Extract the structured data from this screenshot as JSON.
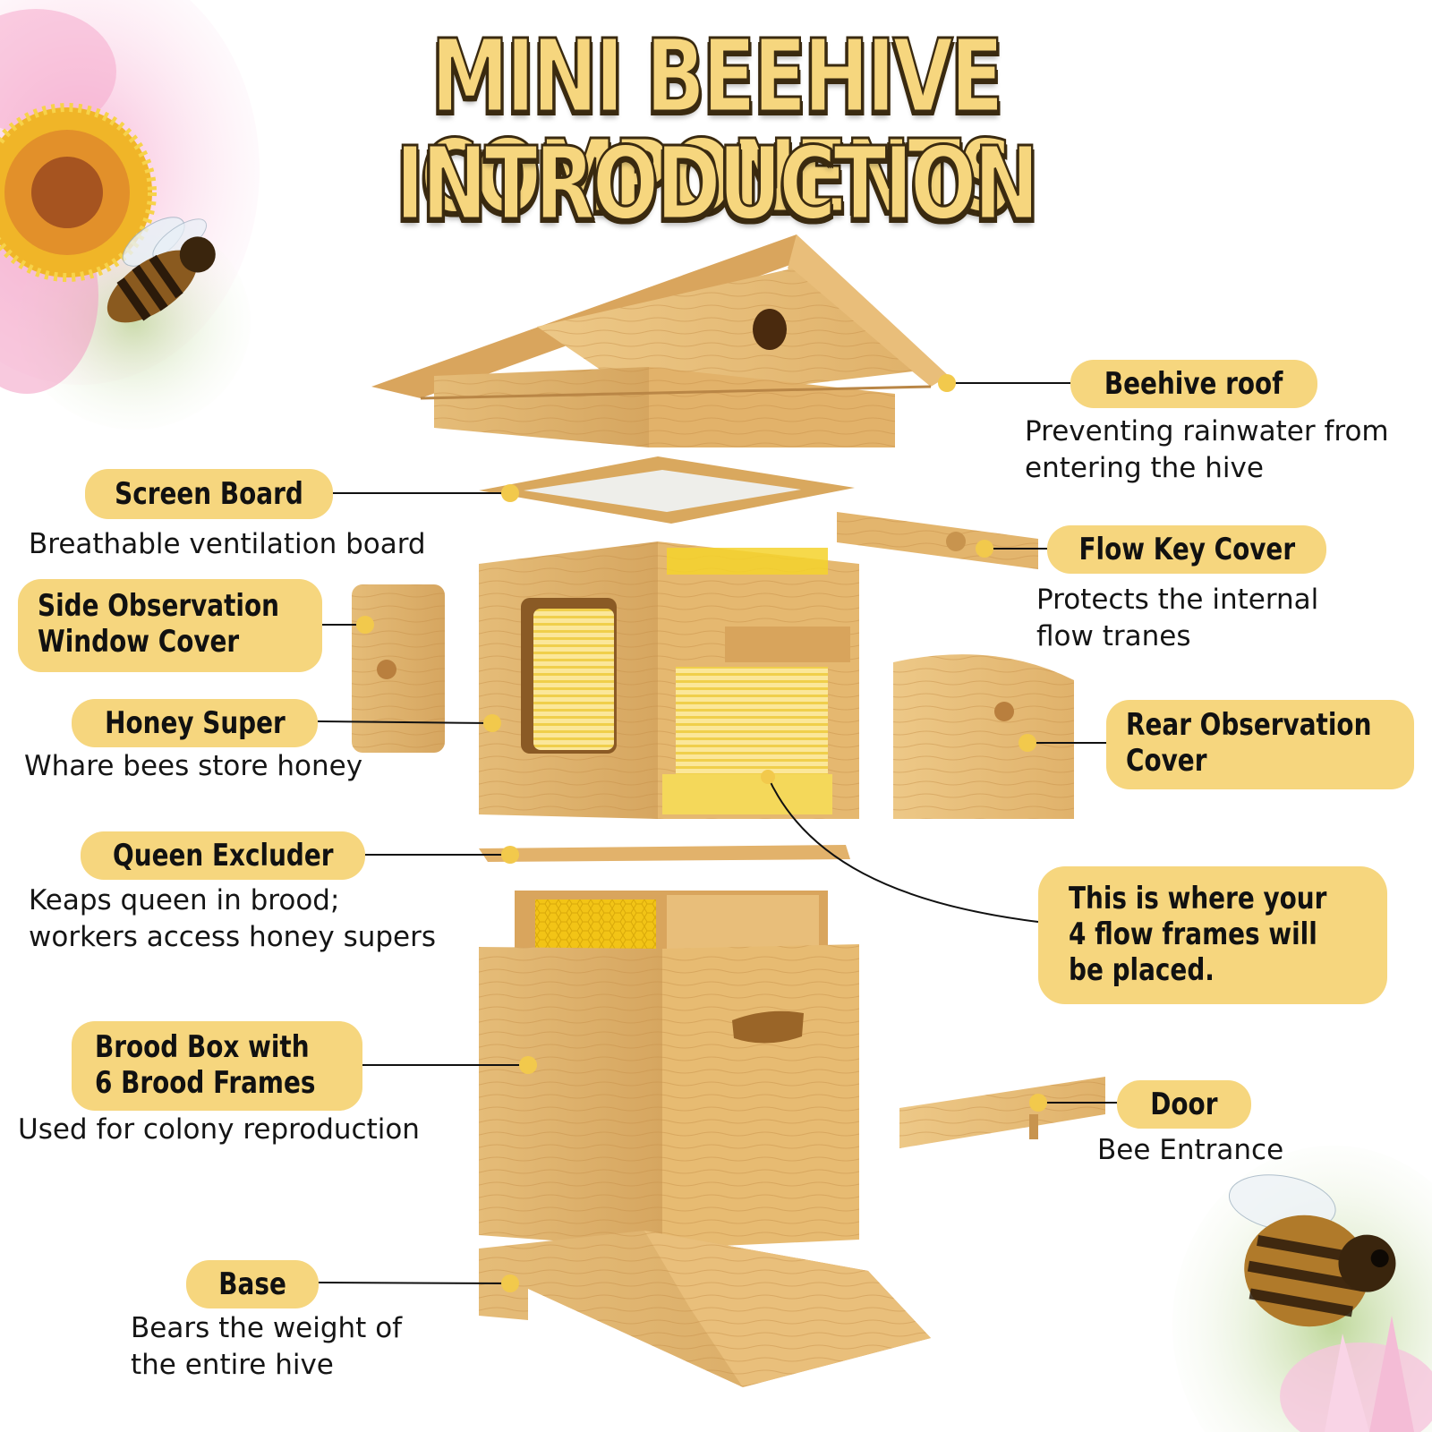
{
  "title": {
    "line1": "MINI BEEHIVE COMPONENTS",
    "line2": "INTRODUCTION"
  },
  "components": {
    "beehive_roof": {
      "label": "Beehive roof",
      "desc1": "Preventing rainwater from",
      "desc2": "entering the hive"
    },
    "screen_board": {
      "label": "Screen Board",
      "desc1": "Breathable ventilation board"
    },
    "flow_key_cover": {
      "label": "Flow Key Cover",
      "desc1": "Protects the internal",
      "desc2": "flow tranes"
    },
    "side_window_cover": {
      "label1": "Side Observation",
      "label2": "Window Cover"
    },
    "honey_super": {
      "label": "Honey Super",
      "desc1": "Whare bees store honey"
    },
    "rear_cover": {
      "label1": "Rear Observation",
      "label2": "Cover"
    },
    "queen_excluder": {
      "label": "Queen Excluder",
      "desc1": "Keaps queen in brood;",
      "desc2": "workers access honey supers"
    },
    "flow_frames_note": {
      "line1": "This is where your",
      "line2": "4 flow frames will",
      "line3": "be placed."
    },
    "brood_box": {
      "label1": "Brood Box with",
      "label2": "6 Brood Frames",
      "desc1": "Used for colony reproduction"
    },
    "door": {
      "label": "Door",
      "desc1": "Bee Entrance"
    },
    "base": {
      "label": "Base",
      "desc1": "Bears the weight of",
      "desc2": "the entire hive"
    }
  },
  "colors": {
    "label_fill": "#F6D67E",
    "title_fill": "#F6D67E",
    "wood": "#E2B66F",
    "wood_dark": "#C8944E",
    "honey": "#F2C416",
    "marker": "#F2C94C"
  },
  "icons": [
    "bee-icon",
    "flower-icon"
  ]
}
